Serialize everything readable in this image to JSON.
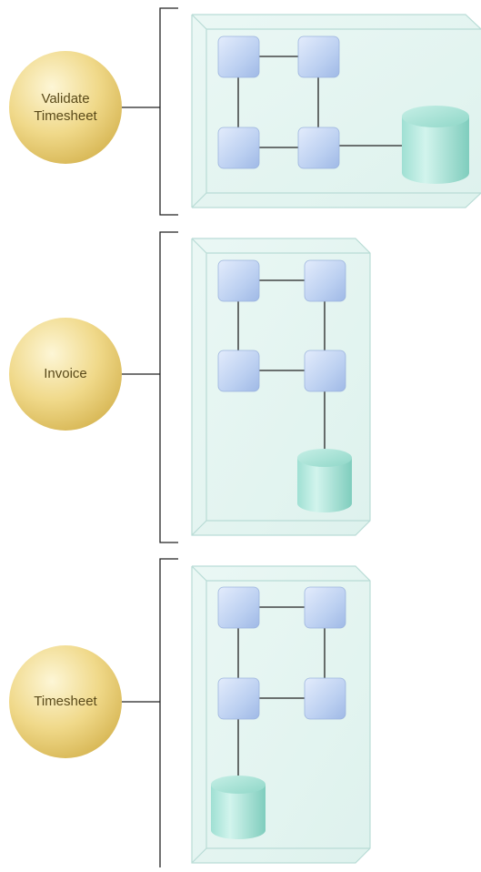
{
  "services": [
    {
      "id": "validate-timesheet",
      "label_line1": "Validate",
      "label_line2": "Timesheet"
    },
    {
      "id": "invoice",
      "label_line1": "Invoice",
      "label_line2": ""
    },
    {
      "id": "timesheet",
      "label_line1": "Timesheet",
      "label_line2": ""
    }
  ],
  "colors": {
    "circle_light": "#fbf1c4",
    "circle_mid": "#f0d97e",
    "circle_dark": "#d4b24e",
    "box_face": "#e6f5f2",
    "box_edge": "#b9dcd6",
    "node_light": "#dfe9fb",
    "node_dark": "#a9c2ec",
    "node_edge": "#8ea9d8",
    "db_light": "#c9f0e8",
    "db_dark": "#7fd2c1",
    "line": "#222222"
  }
}
